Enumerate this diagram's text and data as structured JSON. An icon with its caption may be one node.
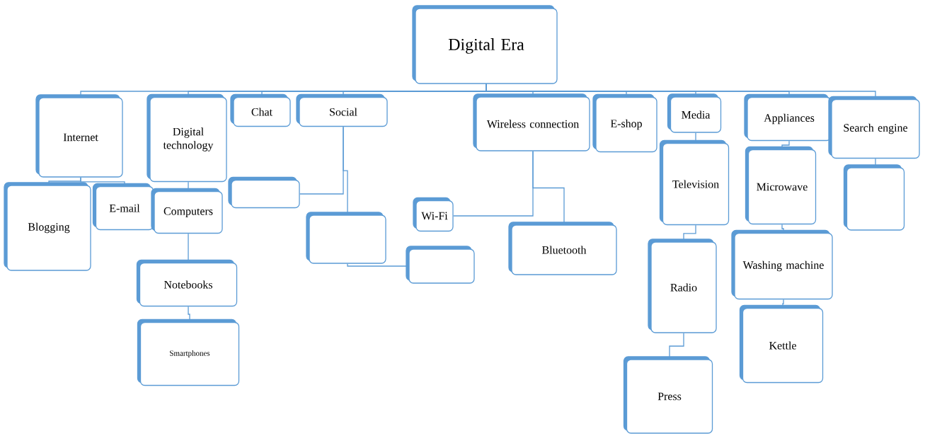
{
  "diagram": {
    "nodes": [
      {
        "text": [
          "Digital Era"
        ]
      },
      {
        "text": [
          "Internet"
        ]
      },
      {
        "text": [
          "Digital technology"
        ]
      },
      {
        "text": [
          "Chat"
        ]
      },
      {
        "text": [
          "Social"
        ]
      },
      {
        "text": [
          "Wireless connection"
        ]
      },
      {
        "text": [
          "E-shop"
        ]
      },
      {
        "text": [
          "Media"
        ]
      },
      {
        "text": [
          "Appliances"
        ]
      },
      {
        "text": [
          "Search engine"
        ]
      },
      {
        "text": [
          "Blogging"
        ]
      },
      {
        "text": [
          "E-mail"
        ]
      },
      {
        "text": [
          "Computers"
        ]
      },
      {
        "text": [],
        "shape": "box"
      },
      {
        "text": [],
        "shape": "box"
      },
      {
        "text": [],
        "shape": "box"
      },
      {
        "text": [
          "Wi-Fi"
        ]
      },
      {
        "text": [
          "Bluetooth"
        ]
      },
      {
        "text": [
          "Notebooks"
        ]
      },
      {
        "text": [
          "Smartphones"
        ]
      },
      {
        "text": [
          "Television"
        ]
      },
      {
        "text": [
          "Radio"
        ]
      },
      {
        "text": [
          "Press"
        ]
      },
      {
        "text": [
          "Microwave"
        ]
      },
      {
        "text": [
          "Washing machine"
        ]
      },
      {
        "text": [
          "Kettle"
        ]
      },
      {
        "text": [],
        "shape": "box"
      }
    ],
    "edges": [
      {
        "from": 0,
        "to": 1,
        "arrow": "none"
      },
      {
        "from": 0,
        "to": 2,
        "arrow": "none"
      },
      {
        "from": 0,
        "to": 3,
        "arrow": "none"
      },
      {
        "from": 0,
        "to": 4,
        "arrow": "none"
      },
      {
        "from": 0,
        "to": 5,
        "arrow": "none"
      },
      {
        "from": 0,
        "to": 6,
        "arrow": "none"
      },
      {
        "from": 0,
        "to": 7,
        "arrow": "none"
      },
      {
        "from": 0,
        "to": 8,
        "arrow": "none"
      },
      {
        "from": 0,
        "to": 9,
        "arrow": "none"
      },
      {
        "from": 1,
        "to": 10,
        "arrow": "none"
      },
      {
        "from": 1,
        "to": 11,
        "arrow": "none"
      },
      {
        "from": 2,
        "to": 12,
        "arrow": "none"
      },
      {
        "from": 12,
        "to": 18,
        "arrow": "none"
      },
      {
        "from": 18,
        "to": 19,
        "arrow": "none"
      },
      {
        "from": 4,
        "to": 13,
        "arrow": "none"
      },
      {
        "from": 4,
        "to": 14,
        "arrow": "none"
      },
      {
        "from": 14,
        "to": 15,
        "arrow": "none"
      },
      {
        "from": 5,
        "to": 16,
        "arrow": "none"
      },
      {
        "from": 5,
        "to": 17,
        "arrow": "none"
      },
      {
        "from": 7,
        "to": 20,
        "arrow": "none"
      },
      {
        "from": 20,
        "to": 21,
        "arrow": "none"
      },
      {
        "from": 21,
        "to": 22,
        "arrow": "none"
      },
      {
        "from": 8,
        "to": 23,
        "arrow": "none"
      },
      {
        "from": 23,
        "to": 24,
        "arrow": "none"
      },
      {
        "from": 24,
        "to": 25,
        "arrow": "none"
      },
      {
        "from": 9,
        "to": 26,
        "arrow": "none"
      }
    ]
  }
}
